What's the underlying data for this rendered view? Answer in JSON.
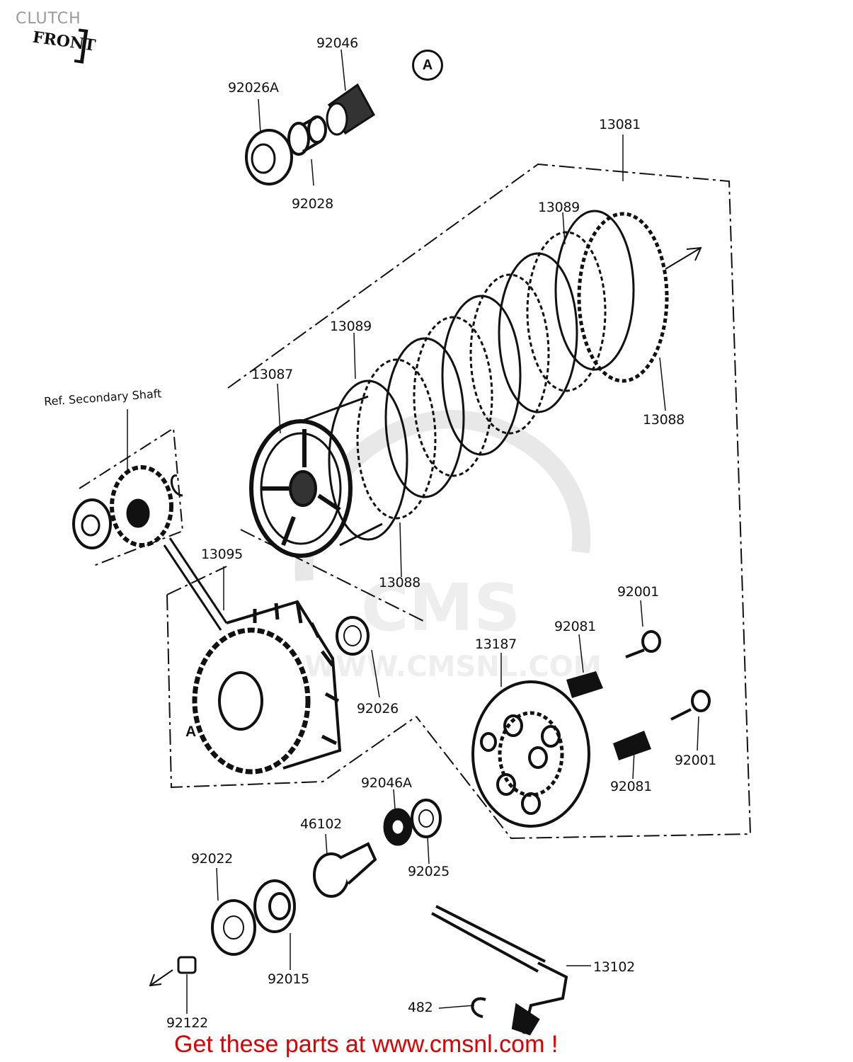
{
  "title": "CLUTCH",
  "front_badge": "FRONT",
  "circled_ref": "A",
  "section_letter": "A",
  "reference_note": "Ref. Secondary Shaft",
  "part_numbers": {
    "p92046": "92046",
    "p92026a": "92026A",
    "p92028": "92028",
    "p13081": "13081",
    "p13089_top": "13089",
    "p13089_mid": "13089",
    "p13087": "13087",
    "p13088_right": "13088",
    "p13088_low": "13088",
    "p13095": "13095",
    "p92026": "92026",
    "p92001_top": "92001",
    "p92081_top": "92081",
    "p13187": "13187",
    "p92001_low": "92001",
    "p92081_low": "92081",
    "p92046a": "92046A",
    "p46102": "46102",
    "p92025": "92025",
    "p92022": "92022",
    "p92015": "92015",
    "p13102": "13102",
    "p482": "482",
    "p92122": "92122"
  },
  "watermark": {
    "brand": "CMS",
    "url": "WWW.CMSNL.COM"
  },
  "footer": "Get these parts at www.cmsnl.com !",
  "colors": {
    "ink": "#111111",
    "footer_red": "#e00000",
    "watermark": "#d9d9d9"
  }
}
